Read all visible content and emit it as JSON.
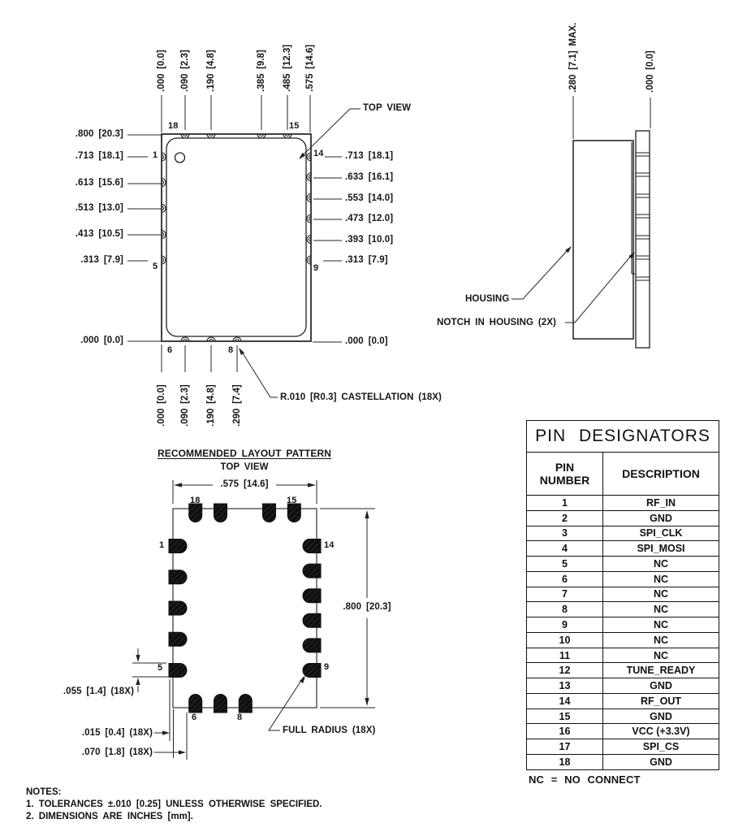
{
  "top_view": {
    "callout": "TOP VIEW",
    "castellation_note": "R.010 [R0.3] CASTELLATION (18X)",
    "top_dims": [
      ".000 [0.0]",
      ".090 [2.3]",
      ".190 [4.8]",
      ".385 [9.8]",
      ".485 [12.3]",
      ".575 [14.6]"
    ],
    "bottom_dims": [
      ".000 [0.0]",
      ".090 [2.3]",
      ".190 [4.8]",
      ".290 [7.4]"
    ],
    "left_dims": [
      ".800 [20.3]",
      ".713 [18.1]",
      ".613 [15.6]",
      ".513 [13.0]",
      ".413 [10.5]",
      ".313 [7.9]",
      ".000 [0.0]"
    ],
    "right_dims": [
      ".713 [18.1]",
      ".633 [16.1]",
      ".553 [14.0]",
      ".473 [12.0]",
      ".393 [10.0]",
      ".313 [7.9]",
      ".000 [0.0]"
    ],
    "pins": {
      "p18": "18",
      "p15": "15",
      "p1": "1",
      "p14": "14",
      "p5": "5",
      "p9": "9",
      "p6": "6",
      "p8": "8"
    }
  },
  "side_view": {
    "max_height_dim": ".280 [7.1] MAX.",
    "zero_dim": ".000 [0.0]",
    "housing_label": "HOUSING",
    "notch_label": "NOTCH IN HOUSING (2X)"
  },
  "layout_pattern": {
    "title": "RECOMMENDED LAYOUT PATTERN",
    "subtitle": "TOP VIEW",
    "width_dim": ".575 [14.6]",
    "height_dim": ".800 [20.3]",
    "pad_width_dim": ".055 [1.4] (18X)",
    "pad_offset_dim": ".015 [0.4] (18X)",
    "pad_length_dim": ".070 [1.8] (18X)",
    "radius_note": "FULL RADIUS (18X)",
    "pins": {
      "p18": "18",
      "p15": "15",
      "p1": "1",
      "p14": "14",
      "p5": "5",
      "p9": "9",
      "p6": "6",
      "p8": "8"
    }
  },
  "pin_table": {
    "title": "PIN DESIGNATORS",
    "col_pin": "PIN\nNUMBER",
    "col_desc": "DESCRIPTION",
    "rows": [
      {
        "pin": "1",
        "desc": "RF_IN"
      },
      {
        "pin": "2",
        "desc": "GND"
      },
      {
        "pin": "3",
        "desc": "SPI_CLK"
      },
      {
        "pin": "4",
        "desc": "SPI_MOSI"
      },
      {
        "pin": "5",
        "desc": "NC"
      },
      {
        "pin": "6",
        "desc": "NC"
      },
      {
        "pin": "7",
        "desc": "NC"
      },
      {
        "pin": "8",
        "desc": "NC"
      },
      {
        "pin": "9",
        "desc": "NC"
      },
      {
        "pin": "10",
        "desc": "NC"
      },
      {
        "pin": "11",
        "desc": "NC"
      },
      {
        "pin": "12",
        "desc": "TUNE_READY"
      },
      {
        "pin": "13",
        "desc": "GND"
      },
      {
        "pin": "14",
        "desc": "RF_OUT"
      },
      {
        "pin": "15",
        "desc": "GND"
      },
      {
        "pin": "16",
        "desc": "VCC (+3.3V)"
      },
      {
        "pin": "17",
        "desc": "SPI_CS"
      },
      {
        "pin": "18",
        "desc": "GND"
      }
    ],
    "footnote": "NC = NO CONNECT"
  },
  "notes": {
    "heading": "NOTES:",
    "items": [
      "1.  TOLERANCES ±.010 [0.25] UNLESS OTHERWISE SPECIFIED.",
      "2.  DIMENSIONS ARE INCHES [mm]."
    ]
  }
}
